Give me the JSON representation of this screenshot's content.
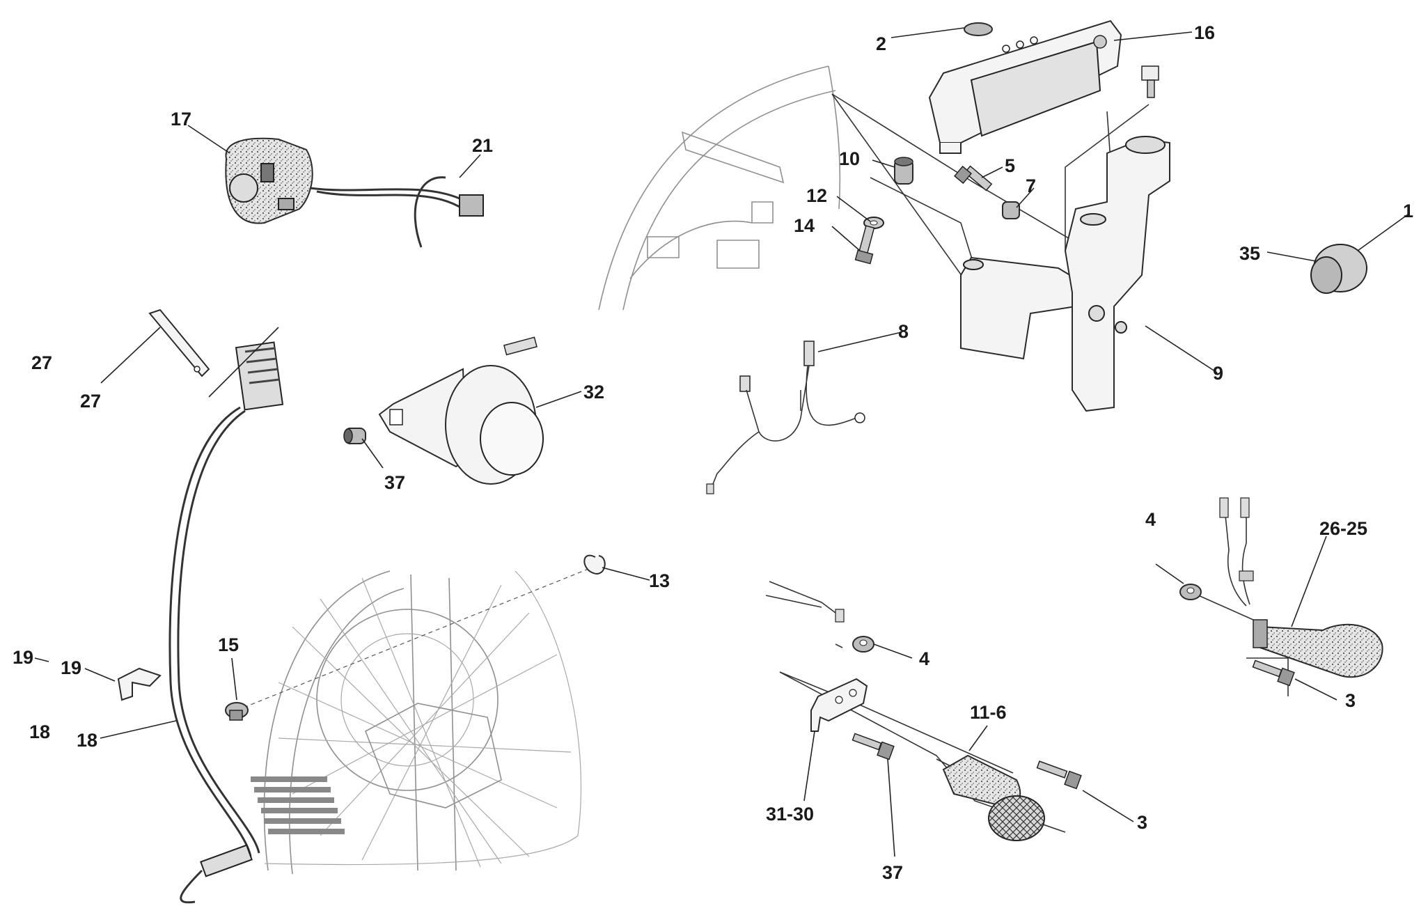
{
  "callouts": [
    {
      "id": "c1",
      "text": "1"
    },
    {
      "id": "c2",
      "text": "2"
    },
    {
      "id": "c3a",
      "text": "3"
    },
    {
      "id": "c3b",
      "text": "3"
    },
    {
      "id": "c4a",
      "text": "4"
    },
    {
      "id": "c4b",
      "text": "4"
    },
    {
      "id": "c5",
      "text": "5"
    },
    {
      "id": "c7",
      "text": "7"
    },
    {
      "id": "c8",
      "text": "8"
    },
    {
      "id": "c9",
      "text": "9"
    },
    {
      "id": "c10",
      "text": "10"
    },
    {
      "id": "c11-6",
      "text": "11-6"
    },
    {
      "id": "c12",
      "text": "12"
    },
    {
      "id": "c13",
      "text": "13"
    },
    {
      "id": "c14",
      "text": "14"
    },
    {
      "id": "c15",
      "text": "15"
    },
    {
      "id": "c16",
      "text": "16"
    },
    {
      "id": "c17",
      "text": "17"
    },
    {
      "id": "c18a",
      "text": "18"
    },
    {
      "id": "c18b",
      "text": "18"
    },
    {
      "id": "c19a",
      "text": "19"
    },
    {
      "id": "c19b",
      "text": "19"
    },
    {
      "id": "c21",
      "text": "21"
    },
    {
      "id": "c26-25",
      "text": "26-25"
    },
    {
      "id": "c27a",
      "text": "27"
    },
    {
      "id": "c27b",
      "text": "27"
    },
    {
      "id": "c31-30",
      "text": "31-30"
    },
    {
      "id": "c32",
      "text": "32"
    },
    {
      "id": "c35",
      "text": "35"
    },
    {
      "id": "c37a",
      "text": "37"
    },
    {
      "id": "c37b",
      "text": "37"
    }
  ]
}
